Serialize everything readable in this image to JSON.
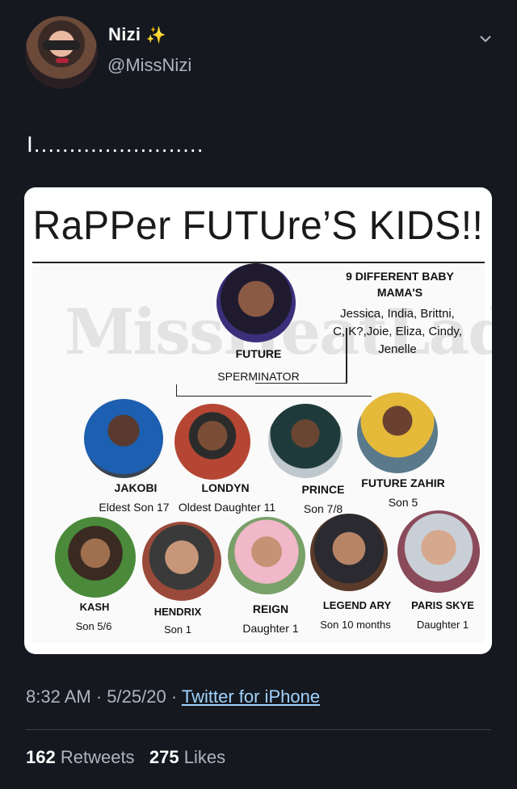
{
  "user": {
    "name": "Nizi",
    "name_emoji": "✨",
    "handle": "@MissNizi"
  },
  "tweet": {
    "text": "I........................"
  },
  "card": {
    "title": "RaPPer FUTUre’S KIDS!!",
    "watermark": "MissHeatLady",
    "father": {
      "name": "FUTURE",
      "label": "SPERMINATOR"
    },
    "mamas": {
      "heading": "9 DIFFERENT BABY MAMA'S",
      "names": "Jessica, India, Brittni, C, K?,Joie, Eliza, Cindy, Jenelle"
    },
    "kids_row1": [
      {
        "name": "JAKOBI",
        "desc": "Eldest Son 17"
      },
      {
        "name": "LONDYN",
        "desc": "Oldest Daughter 11"
      },
      {
        "name": "PRINCE",
        "desc": "Son 7/8"
      },
      {
        "name": "FUTURE ZAHIR",
        "desc": "Son 5"
      }
    ],
    "kids_row2": [
      {
        "name": "KASH",
        "desc": "Son 5/6"
      },
      {
        "name": "HENDRIX",
        "desc": "Son 1"
      },
      {
        "name": "REIGN",
        "desc": "Daughter 1"
      },
      {
        "name": "LEGEND ARY",
        "desc": "Son 10 months"
      },
      {
        "name": "PARIS SKYE",
        "desc": "Daughter 1"
      }
    ]
  },
  "footer": {
    "time": "8:32 AM",
    "date": "5/25/20",
    "source": "Twitter for iPhone",
    "retweets": "162",
    "retweets_label": "Retweets",
    "likes": "275",
    "likes_label": "Likes"
  },
  "colors": {
    "background": "#15181f",
    "link": "#9fd3ff",
    "secondary_text": "#aeb5bf"
  }
}
